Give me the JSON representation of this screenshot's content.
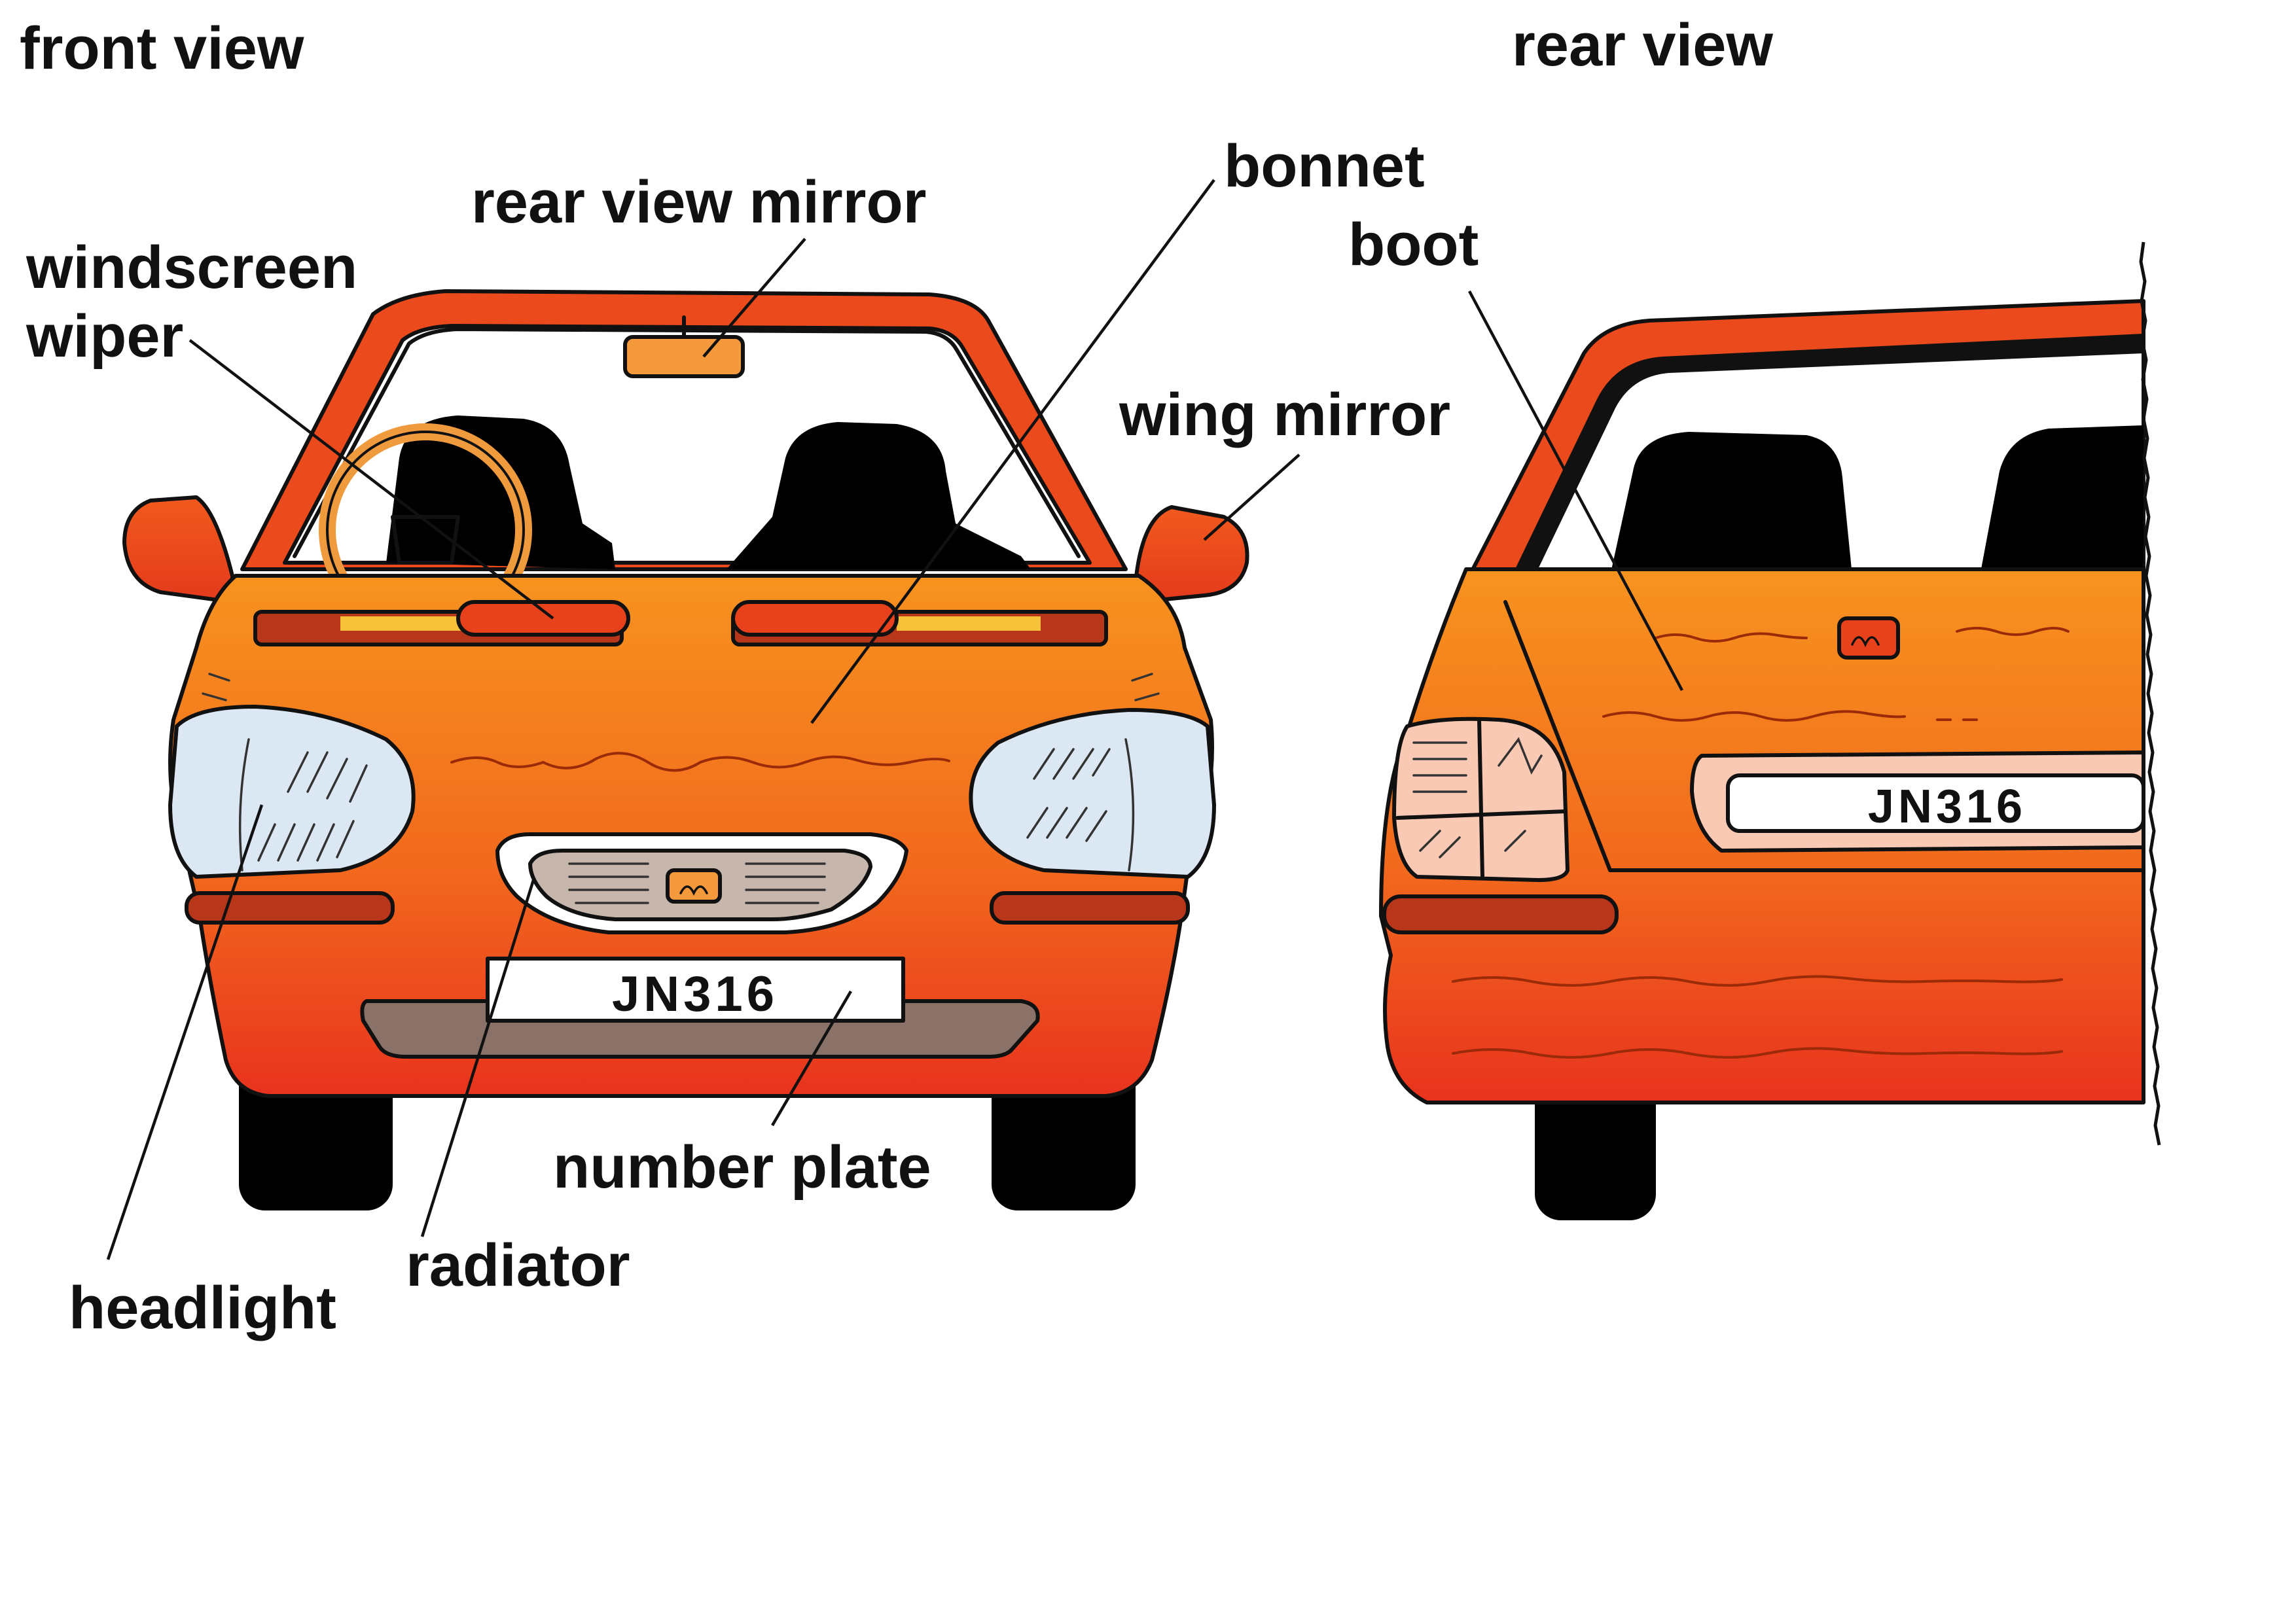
{
  "headings": {
    "front": "front view",
    "rear": "rear view"
  },
  "labels": {
    "rear_view_mirror": "rear view mirror",
    "windscreen_wiper_1": "windscreen",
    "windscreen_wiper_2": "wiper",
    "bonnet": "bonnet",
    "boot": "boot",
    "wing_mirror": "wing mirror",
    "headlight": "headlight",
    "radiator": "radiator",
    "number_plate": "number plate"
  },
  "plates": {
    "front": "JN316",
    "rear": "JN316"
  },
  "colors": {
    "body_top": "#f58a1f",
    "body_bottom": "#e8321e",
    "frame": "#ea4a1c",
    "tyre": "#000000",
    "seat": "#000000",
    "headlight": "#dbe8f4",
    "taillight": "#f9c9b3",
    "mirror_inner": "#f59a3c",
    "bumper_grey": "#8a7268",
    "grille": "#c7b6ab",
    "dark_trim": "#b8361a"
  }
}
